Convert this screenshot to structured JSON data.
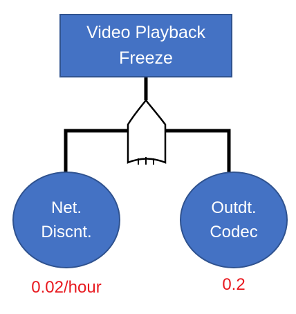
{
  "top_event": {
    "label": "Video Playback\nFreeze",
    "fill": "#4472c4",
    "border": "#2f528f"
  },
  "gate": {
    "type": "OR"
  },
  "basic_events": [
    {
      "label": "Net.\nDiscnt.",
      "probability": "0.02/hour"
    },
    {
      "label": "Outdt.\nCodec",
      "probability": "0.2"
    }
  ],
  "colors": {
    "node_fill": "#4472c4",
    "node_border": "#2f528f",
    "node_text": "#ffffff",
    "probability_text": "#e8191f",
    "connector": "#000000"
  }
}
